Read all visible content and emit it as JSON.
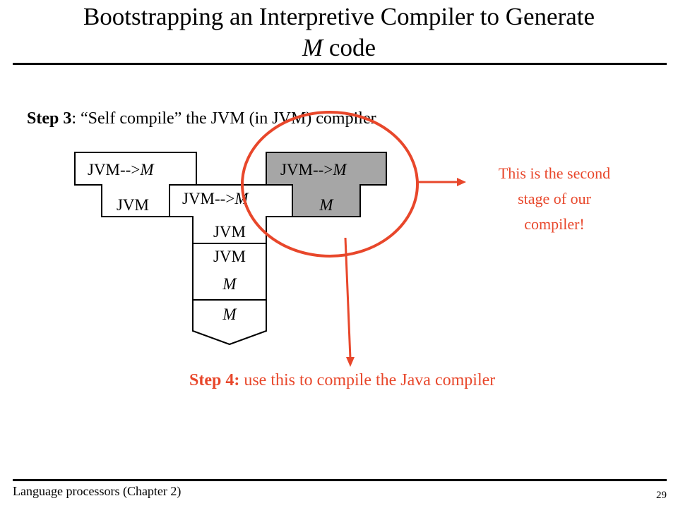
{
  "title": {
    "line1": "Bootstrapping an Interpretive Compiler to Generate",
    "line2_italic": "M",
    "line2_rest": " code"
  },
  "step3": {
    "label": "Step 3",
    "text": ": “Self compile” the JVM (in JVM) compiler"
  },
  "diagram": {
    "left_tdiagram": {
      "top_source": "JVM-->",
      "top_target": "M",
      "bottom": "JVM"
    },
    "middle_tdiagram": {
      "top_source": "JVM-->",
      "top_target": "M",
      "bottom": "JVM"
    },
    "right_tdiagram": {
      "top_source": "JVM-->",
      "top_target": "M",
      "bottom": "M",
      "fill": "#a6a6a6"
    },
    "interpreter": {
      "top": "JVM",
      "bottom": "M"
    },
    "machine": {
      "label": "M"
    },
    "highlight_color": "#e8472b"
  },
  "note": {
    "line1": "This is the second",
    "line2": "stage of our",
    "line3": "compiler!"
  },
  "step4": {
    "label": "Step 4:",
    "text": " use this to compile the Java compiler"
  },
  "footer": {
    "left": "Language processors (Chapter 2)",
    "page": "29"
  }
}
